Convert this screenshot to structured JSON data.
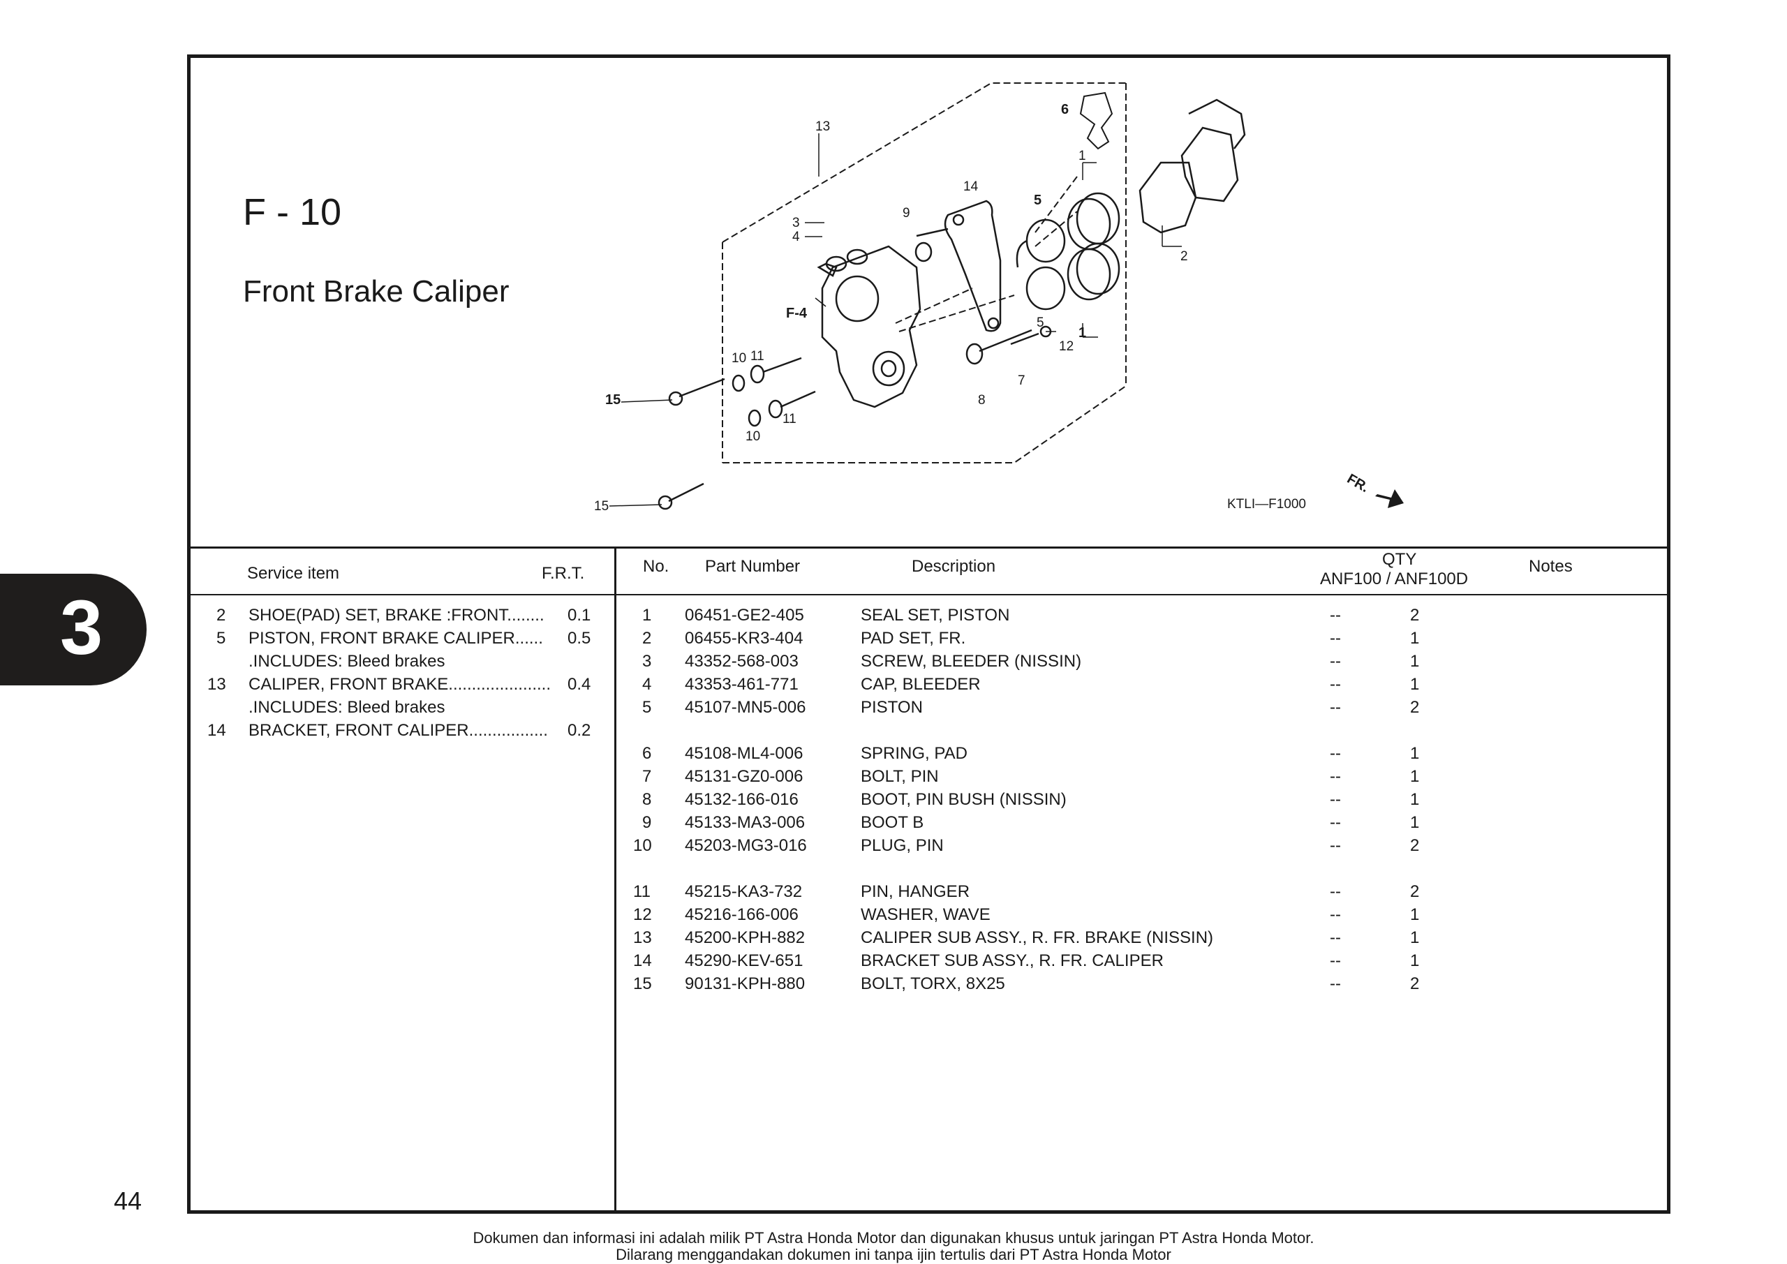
{
  "figure": {
    "code": "F - 10",
    "title": "Front Brake Caliper",
    "drawing_ref": "KTLI—F1000",
    "fr_label": "FR.",
    "f4_label": "F-4",
    "callouts": [
      "1",
      "1",
      "2",
      "3",
      "4",
      "5",
      "5",
      "6",
      "7",
      "8",
      "9",
      "10",
      "10",
      "11",
      "11",
      "12",
      "13",
      "14",
      "15",
      "15"
    ]
  },
  "service": {
    "headers": {
      "item": "Service item",
      "frt": "F.R.T."
    },
    "rows": [
      {
        "ref": "2",
        "text": "SHOE(PAD) SET, BRAKE :FRONT........",
        "frt": "0.1"
      },
      {
        "ref": "5",
        "text": "PISTON, FRONT BRAKE CALIPER......",
        "frt": "0.5"
      },
      {
        "ref": "",
        "text": ".INCLUDES: Bleed brakes",
        "frt": ""
      },
      {
        "ref": "13",
        "text": "CALIPER, FRONT BRAKE......................",
        "frt": "0.4"
      },
      {
        "ref": "",
        "text": ".INCLUDES: Bleed brakes",
        "frt": ""
      },
      {
        "ref": "14",
        "text": "BRACKET, FRONT CALIPER.................",
        "frt": "0.2"
      }
    ]
  },
  "parts": {
    "headers": {
      "no": "No.",
      "part_number": "Part Number",
      "description": "Description",
      "qty": "QTY",
      "qty_models": "ANF100 / ANF100D",
      "notes": "Notes"
    },
    "rows": [
      {
        "no": "1",
        "part": "06451-GE2-405",
        "desc": "SEAL SET, PISTON",
        "q1": "--",
        "q2": "2"
      },
      {
        "no": "2",
        "part": "06455-KR3-404",
        "desc": "PAD SET, FR.",
        "q1": "--",
        "q2": "1"
      },
      {
        "no": "3",
        "part": "43352-568-003",
        "desc": "SCREW, BLEEDER  (NISSIN)",
        "q1": "--",
        "q2": "1"
      },
      {
        "no": "4",
        "part": "43353-461-771",
        "desc": "CAP, BLEEDER",
        "q1": "--",
        "q2": "1"
      },
      {
        "no": "5",
        "part": "45107-MN5-006",
        "desc": "PISTON",
        "q1": "--",
        "q2": "2"
      },
      {
        "no": "6",
        "part": "45108-ML4-006",
        "desc": "SPRING, PAD",
        "q1": "--",
        "q2": "1"
      },
      {
        "no": "7",
        "part": "45131-GZ0-006",
        "desc": "BOLT, PIN",
        "q1": "--",
        "q2": "1"
      },
      {
        "no": "8",
        "part": "45132-166-016",
        "desc": "BOOT, PIN BUSH (NISSIN)",
        "q1": "--",
        "q2": "1"
      },
      {
        "no": "9",
        "part": "45133-MA3-006",
        "desc": "BOOT B",
        "q1": "--",
        "q2": "1"
      },
      {
        "no": "10",
        "part": "45203-MG3-016",
        "desc": "PLUG, PIN",
        "q1": "--",
        "q2": "2"
      },
      {
        "no": "11",
        "part": "45215-KA3-732",
        "desc": "PIN, HANGER",
        "q1": "--",
        "q2": "2"
      },
      {
        "no": "12",
        "part": "45216-166-006",
        "desc": "WASHER, WAVE",
        "q1": "--",
        "q2": "1"
      },
      {
        "no": "13",
        "part": "45200-KPH-882",
        "desc": "CALIPER SUB ASSY., R. FR. BRAKE (NISSIN)",
        "q1": "--",
        "q2": "1"
      },
      {
        "no": "14",
        "part": "45290-KEV-651",
        "desc": "BRACKET SUB ASSY., R. FR. CALIPER",
        "q1": "--",
        "q2": "1"
      },
      {
        "no": "15",
        "part": "90131-KPH-880",
        "desc": "BOLT, TORX, 8X25",
        "q1": "--",
        "q2": "2"
      }
    ]
  },
  "page_number": "44",
  "chapter": "3",
  "footer": {
    "line1": "Dokumen dan informasi ini adalah milik PT Astra Honda Motor dan digunakan khusus untuk jaringan PT Astra Honda Motor.",
    "line2": "Dilarang menggandakan dokumen ini tanpa ijin tertulis dari PT Astra Honda Motor"
  }
}
